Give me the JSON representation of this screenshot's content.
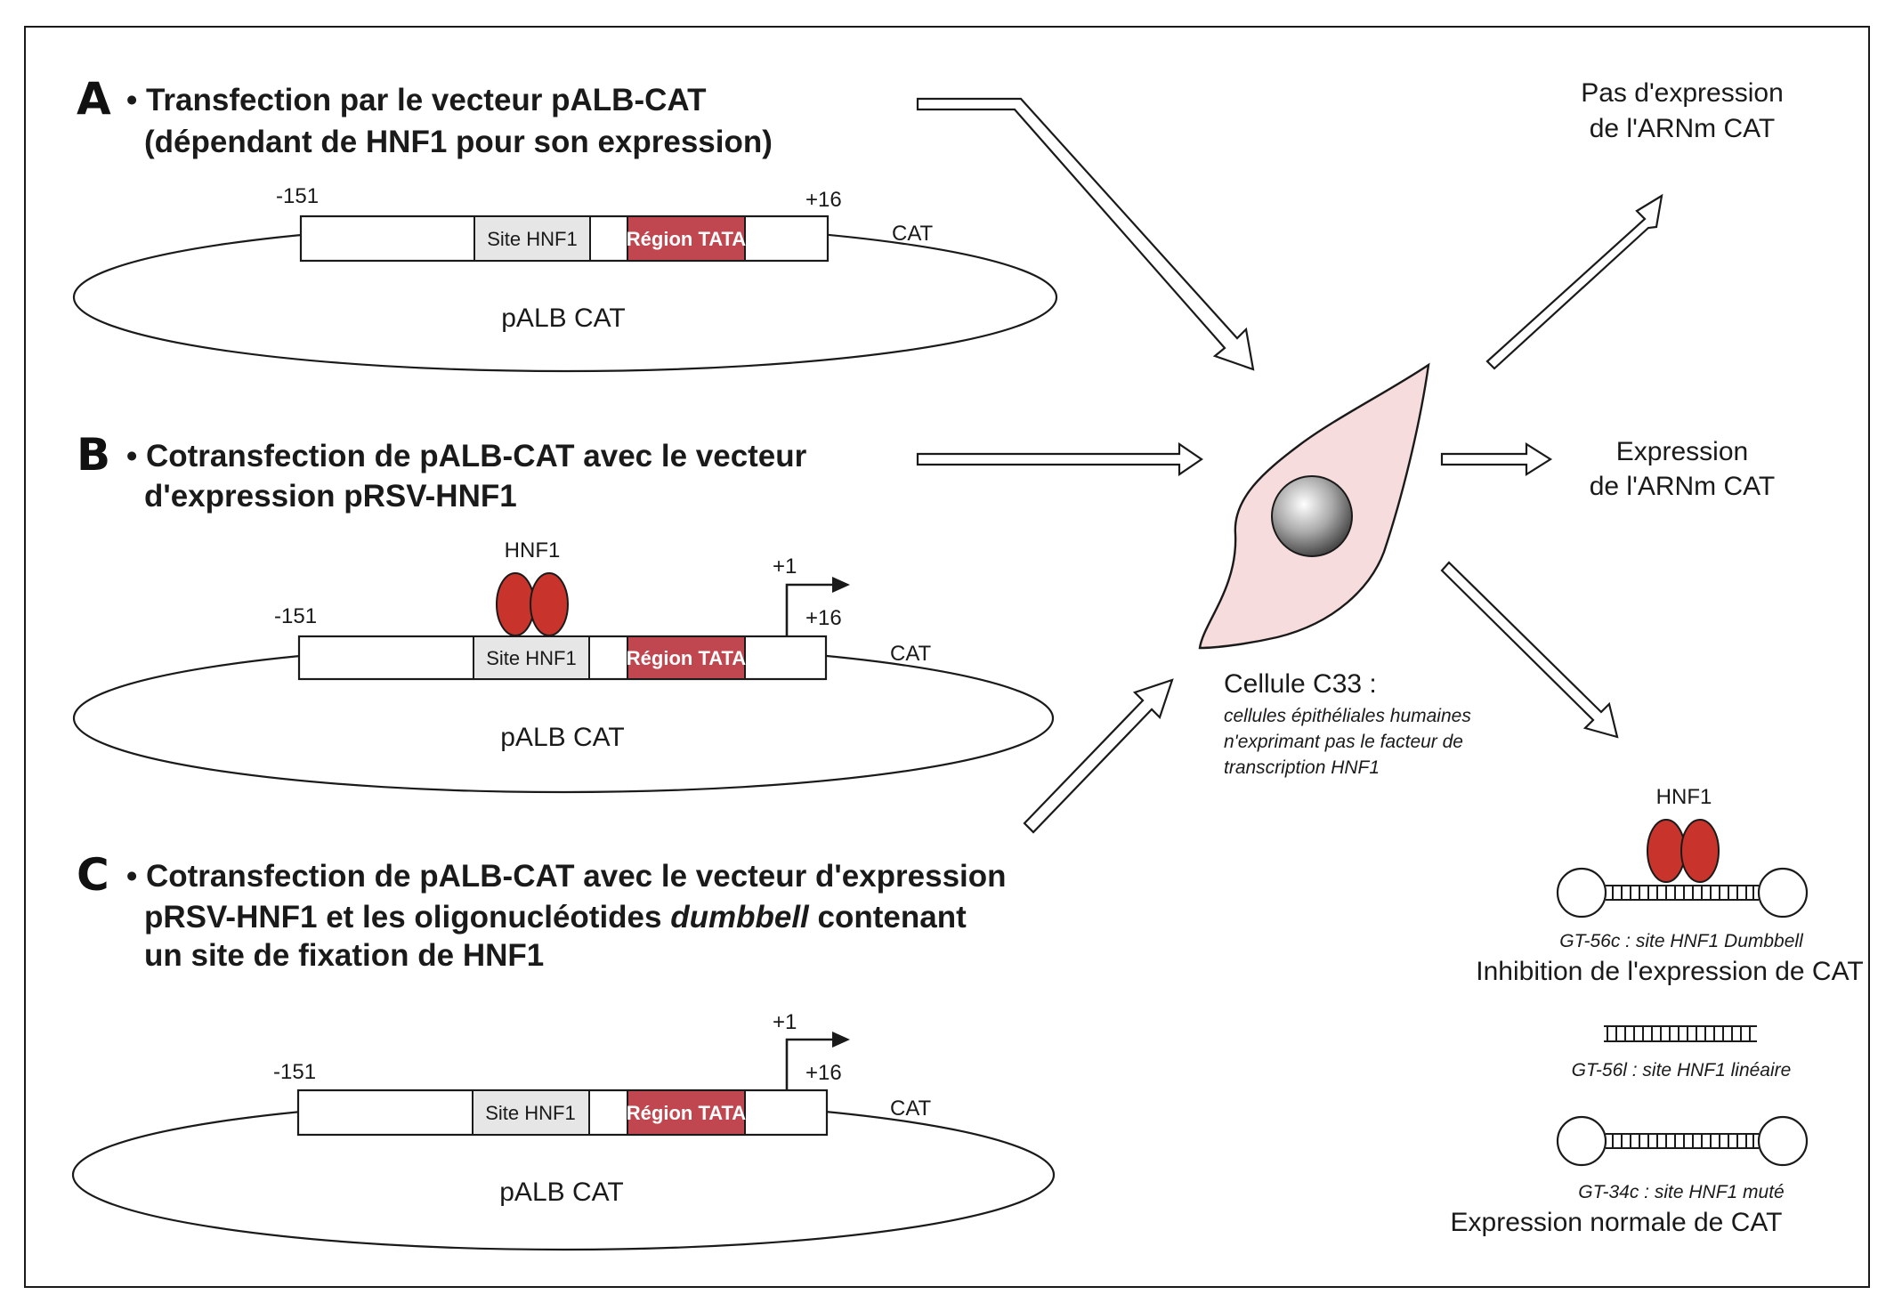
{
  "panel_a": {
    "letter": "A",
    "heading_line1": "• Transfection par le vecteur pALB-CAT",
    "heading_line2": "(dépendant de HNF1 pour son expression)",
    "pos_start": "-151",
    "pos_end": "+16",
    "gene": "CAT",
    "site_label": "Site HNF1",
    "tata_label": "Région TATA",
    "plasmid": "pALB CAT"
  },
  "panel_b": {
    "letter": "B",
    "heading_line1": "• Cotransfection de pALB-CAT avec le vecteur",
    "heading_line2": "d'expression pRSV-HNF1",
    "factor": "HNF1",
    "tss": "+1",
    "pos_start": "-151",
    "pos_end": "+16",
    "gene": "CAT",
    "site_label": "Site HNF1",
    "tata_label": "Région TATA",
    "plasmid": "pALB CAT"
  },
  "panel_c": {
    "letter": "C",
    "heading_line1": "• Cotransfection de pALB-CAT avec le vecteur d'expression",
    "heading_line2_a": "pRSV-HNF1 et les oligonucléotides ",
    "heading_line2_em": "dumbbell",
    "heading_line2_b": " contenant",
    "heading_line3": "un site de fixation de HNF1",
    "tss": "+1",
    "pos_start": "-151",
    "pos_end": "+16",
    "gene": "CAT",
    "site_label": "Site HNF1",
    "tata_label": "Région TATA",
    "plasmid": "pALB CAT"
  },
  "cell": {
    "title": "Cellule C33 :",
    "desc_line1": "cellules épithéliales humaines",
    "desc_line2": "n'exprimant pas le facteur de",
    "desc_line3": "transcription HNF1"
  },
  "outcomes": {
    "none_line1": "Pas d'expression",
    "none_line2": "de l'ARNm CAT",
    "expr_line1": "Expression",
    "expr_line2": "de l'ARNm CAT"
  },
  "oligos": {
    "factor": "HNF1",
    "dumbbell_caption": "GT-56c : site HNF1 Dumbbell",
    "inhibition": "Inhibition de l'expression de CAT",
    "linear_caption": "GT-56l : site HNF1 linéaire",
    "mutated_caption": "GT-34c : site HNF1 muté",
    "normal": "Expression normale de CAT"
  },
  "colors": {
    "tata_fill": "#c0474f",
    "site_fill": "#e6e6e6",
    "hnf1_protein": "#c8342b",
    "cell_fill": "#f6dcdc",
    "frame": "#1a1a1a"
  }
}
